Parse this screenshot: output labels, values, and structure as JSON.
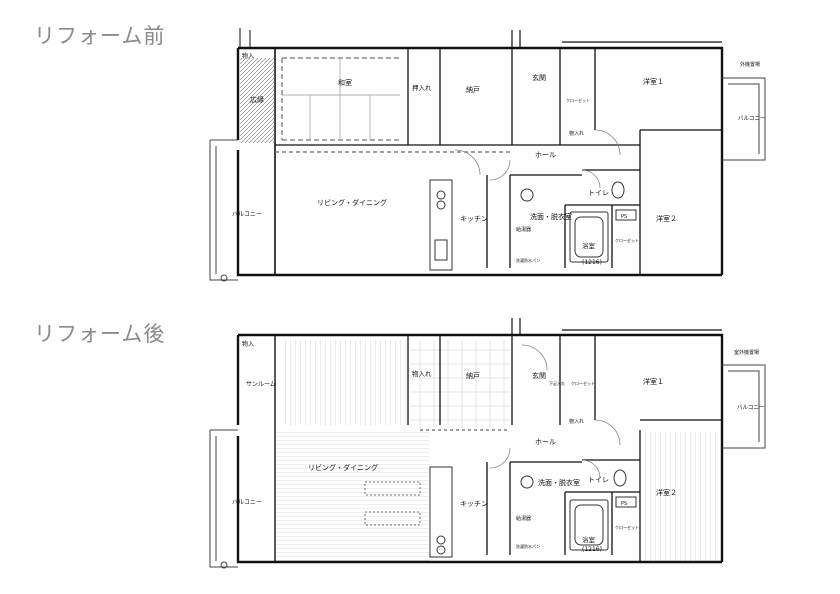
{
  "headings": {
    "before": "リフォーム前",
    "after": "リフォーム後"
  },
  "before": {
    "rooms": {
      "storage_top": "物入",
      "veranda": "広縁",
      "washitsu": "和室",
      "oshiire": "押入れ",
      "nando": "納戸",
      "genkan": "玄関",
      "closet_genkan": "クローゼット",
      "youshitsu1": "洋室１",
      "gaiki": "外機置場",
      "balcony_right": "バルコニー",
      "monoire_small": "物入れ",
      "hall": "ホール",
      "living": "リビング・ダイニング",
      "balcony_left": "バルコニー",
      "kitchen": "キッチン",
      "toilet": "トイレ",
      "sentaku": "洗面・脱衣室",
      "kyutoki": "給湯器",
      "youshitsu2": "洋室２",
      "yokushitsu": "浴室",
      "bath_size": "(1216)",
      "ps": "PS",
      "closet_bath": "クローゼット",
      "washpan": "洗濯防水パン"
    }
  },
  "after": {
    "rooms": {
      "storage_top": "物入",
      "sunroom": "サンルーム",
      "oshiire": "物入れ",
      "nando": "納戸",
      "genkan": "玄関",
      "shoes": "下足入れ",
      "closet_genkan": "クローゼット",
      "youshitsu1": "洋室１",
      "gaiki": "室外機置場",
      "balcony_right": "バルコニー",
      "monoire_small": "物入れ",
      "hall": "ホール",
      "living": "リビング・ダイニング",
      "balcony_left": "バルコニー",
      "kitchen": "キッチン",
      "toilet": "トイレ",
      "sentaku": "洗面・脱衣室",
      "kyutoki": "給湯器",
      "youshitsu2": "洋室２",
      "yokushitsu": "浴室",
      "bath_size": "(1216)",
      "ps": "PS",
      "closet_bath": "クローゼット",
      "washpan": "洗濯防水パン"
    }
  }
}
